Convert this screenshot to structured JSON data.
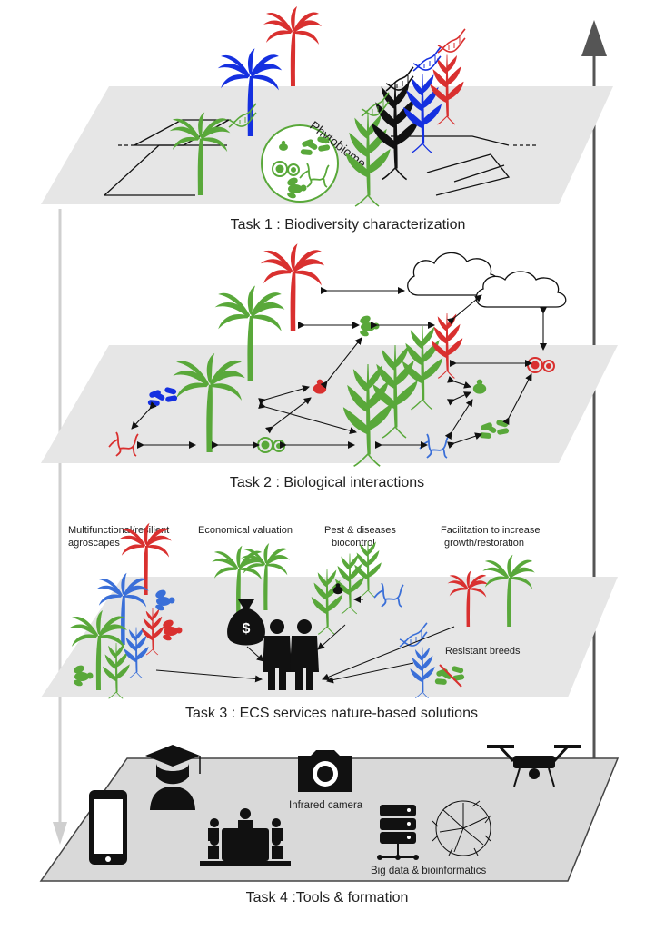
{
  "colors": {
    "layer_fill": "#e6e6e6",
    "layer4_fill": "#d9d9d9",
    "green": "#59a83a",
    "blue": "#1530e0",
    "red": "#d9302f",
    "black": "#111111",
    "light_blue": "#3a6fd8",
    "arrow_grey": "#bdbdbd",
    "dark_arrow": "#666666"
  },
  "task1": {
    "caption": "Task 1 : Biodiversity characterization",
    "phytobiome_label": "Phytobiome",
    "icons": [
      "palm-tree-icon",
      "dna-icon",
      "mite-icon",
      "bacteria-icon",
      "fungus-spore-icon",
      "insect-icon",
      "grass-plant-icon"
    ]
  },
  "task2": {
    "caption": "Task 2 : Biological interactions",
    "icons": [
      "cloud-icon",
      "palm-tree-icon",
      "insect-icon",
      "mite-icon",
      "bacteria-icon",
      "fungus-spore-icon",
      "root-hyphae-icon",
      "grass-plant-icon"
    ]
  },
  "task3": {
    "caption": "Task 3 : ECS services nature-based solutions",
    "headings": {
      "multi": "Multifunctional/resilient agroscapes",
      "multi_line1": "Multifunctional/resilient",
      "multi_line2": "agroscapes",
      "econ": "Economical valuation",
      "pest_line1": "Pest & diseases",
      "pest_line2": "biocontrol",
      "facil_line1": "Facilitation to increase",
      "facil_line2": "growth/restoration"
    },
    "resistant_label": "Resistant breeds",
    "money_symbol": "$"
  },
  "task4": {
    "caption": "Task 4 :Tools & formation",
    "camera_label": "Infrared camera",
    "bigdata_label": "Big data & bioinformatics",
    "icons": [
      "smartphone-icon",
      "graduate-icon",
      "meeting-icon",
      "camera-icon",
      "drone-icon",
      "server-icon",
      "phylogeny-icon"
    ]
  }
}
